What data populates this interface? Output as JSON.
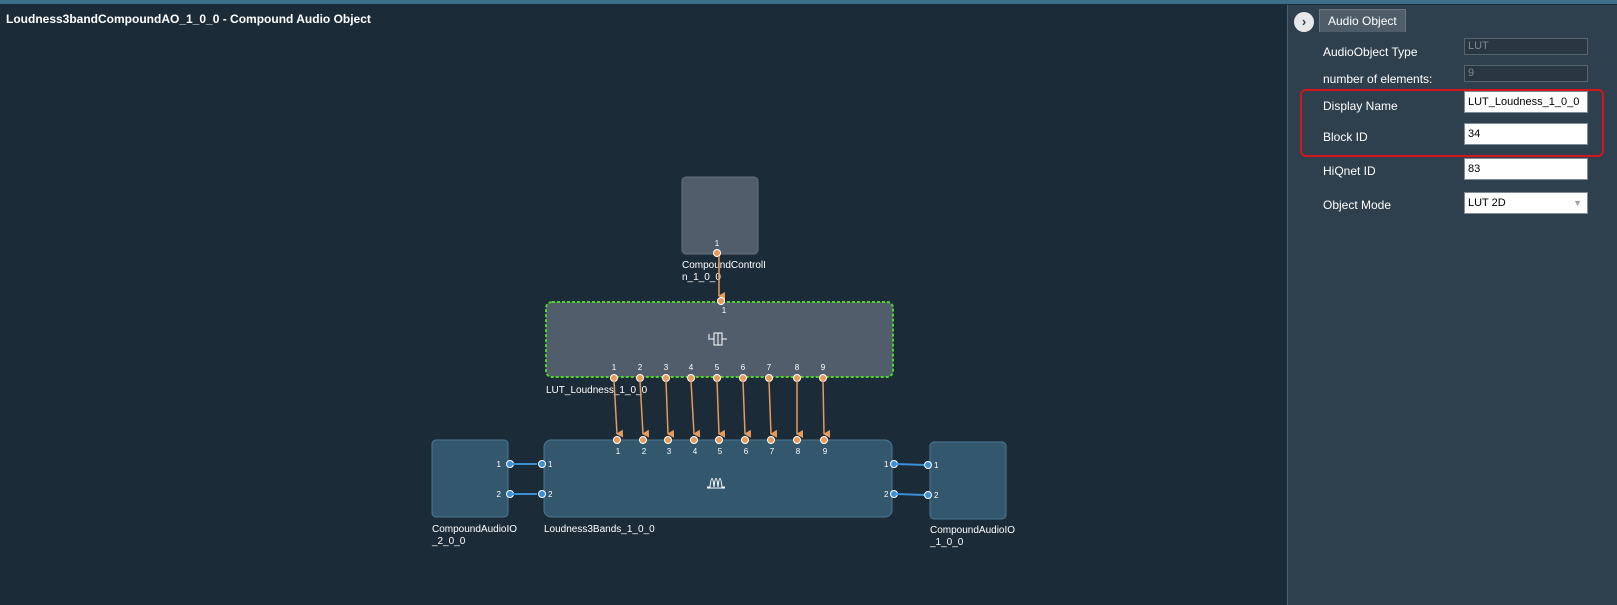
{
  "canvas": {
    "title": "Loudness3bandCompoundAO_1_0_0 - Compound Audio Object"
  },
  "blocks": {
    "control_in": {
      "label_line1": "CompoundControlI",
      "label_line2": "n_1_0_0",
      "pin": "1"
    },
    "lut": {
      "label": "LUT_Loudness_1_0_0",
      "input_pin": "1",
      "output_pins": [
        "1",
        "2",
        "3",
        "4",
        "5",
        "6",
        "7",
        "8",
        "9"
      ],
      "icon": "lut-icon"
    },
    "loudness": {
      "label": "Loudness3Bands_1_0_0",
      "input_pins": [
        "1",
        "2",
        "3",
        "4",
        "5",
        "6",
        "7",
        "8",
        "9"
      ],
      "left_pins": [
        "1",
        "2"
      ],
      "right_pins": [
        "1",
        "2"
      ],
      "icon": "filter-bands-icon"
    },
    "audio_io_2": {
      "label_line1": "CompoundAudioIO",
      "label_line2": "_2_0_0",
      "pins": [
        "1",
        "2"
      ]
    },
    "audio_io_1": {
      "label_line1": "CompoundAudioIO",
      "label_line2": "_1_0_0",
      "pins": [
        "1",
        "2"
      ]
    }
  },
  "panel": {
    "tab_label": "Audio Object",
    "collapse_icon": "chevron-right-icon",
    "properties": {
      "type": {
        "label": "AudioObject Type",
        "value": "LUT"
      },
      "elements": {
        "label": "number of elements:",
        "value": "9"
      },
      "display_name": {
        "label": "Display Name",
        "value": "LUT_Loudness_1_0_0"
      },
      "block_id": {
        "label": "Block ID",
        "value": "34"
      },
      "hiqnet_id": {
        "label": "HiQnet ID",
        "value": "83"
      },
      "object_mode": {
        "label": "Object Mode",
        "value": "LUT 2D"
      }
    }
  },
  "colors": {
    "background": "#1c2b38",
    "block_gray": "#525d6b",
    "block_teal": "#33576c",
    "selection": "#4fd32b",
    "wire_control": "#e69a5b",
    "wire_audio": "#3b8fd6",
    "highlight": "#d3151e"
  }
}
